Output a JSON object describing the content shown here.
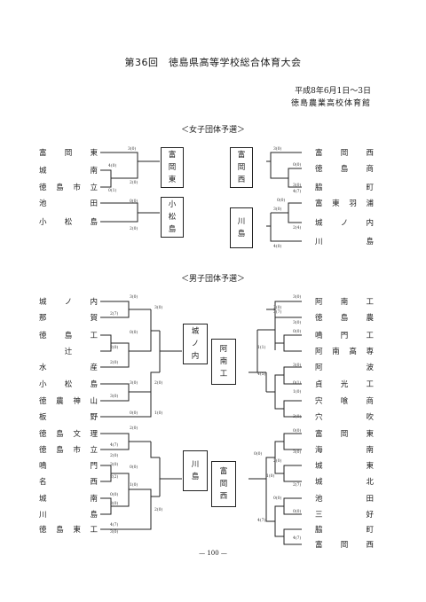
{
  "header": {
    "title": "第36回　徳島県高等学校総合体育大会",
    "date": "平成8年6月1日～3日",
    "venue": "徳島農業高校体育館"
  },
  "women": {
    "heading": "＜女子団体予選＞",
    "left_teams": [
      "富岡東",
      "城南",
      "徳島市立",
      "池田",
      "小松島"
    ],
    "right_teams": [
      "富岡西",
      "徳島商",
      "脇町",
      "富東羽浦",
      "城ノ内",
      "川島"
    ],
    "winners": [
      "富岡東",
      "小松島",
      "富岡西",
      "川島"
    ],
    "scores_left": [
      "3(0)",
      "4(0)",
      "0(1)",
      "2(0)",
      "0(0)",
      "2(0)"
    ],
    "scores_right": [
      "3(0)",
      "0(0)",
      "3(0)",
      "4(7)",
      "3(0)",
      "0(0)",
      "2(4)",
      "4(0)"
    ]
  },
  "men": {
    "heading": "＜男子団体予選＞",
    "left_teams": [
      "城ノ内",
      "那賀",
      "徳島工",
      "辻",
      "水産",
      "小松島",
      "徳農神山",
      "板野",
      "徳島文理",
      "徳島市立",
      "鳴門",
      "名西",
      "城南",
      "川島",
      "徳島東工"
    ],
    "right_teams": [
      "阿南工",
      "徳島農",
      "鳴門工",
      "阿南高専",
      "阿波",
      "貞光工",
      "宍喰商",
      "穴吹",
      "富岡東",
      "海南",
      "城東",
      "城北",
      "池田",
      "三好",
      "脇町",
      "富岡西"
    ],
    "winners": [
      "城ノ内",
      "阿南工",
      "川島",
      "富岡西"
    ],
    "scores_left": [
      "3(0)",
      "2(7)",
      "3(0)",
      "0(0)",
      "2(0)",
      "2(0)",
      "3(0)",
      "2(0)",
      "3(0)",
      "0(0)",
      "1(0)",
      "2(0)",
      "4(7)",
      "2(0)",
      "0(0)",
      "3(0)",
      "2(2)",
      "1(0)",
      "0(0)",
      "3(0)",
      "4(7)",
      "2(0)",
      "3(0)"
    ],
    "scores_right": [
      "3(0)",
      "3(0)",
      "3(0)",
      "0(0)",
      "3(0)",
      "0(1)",
      "1(1)",
      "3(7)",
      "4(5)",
      "1(0)",
      "3(0)",
      "0(0)",
      "3(0)",
      "2(0)",
      "0(0)",
      "1(0)",
      "2(7)",
      "0(0)",
      "0(0)",
      "4(7)",
      "4(7)"
    ]
  },
  "footer": {
    "page": "— 100 —"
  }
}
